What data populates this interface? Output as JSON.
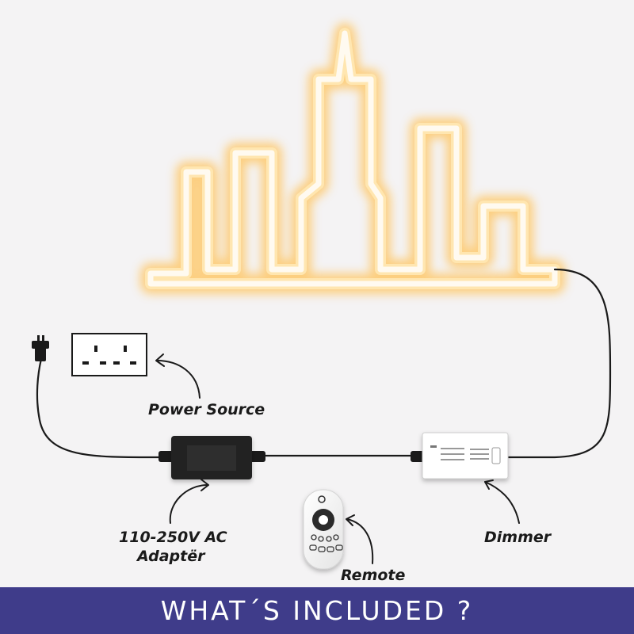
{
  "labels": {
    "power_source": "Power Source",
    "adapter_line1": "110-250V AC",
    "adapter_line2": "Adaptër",
    "remote": "Remote",
    "dimmer": "Dimmer"
  },
  "footer": {
    "title": "WHAT´S INCLUDED ?"
  },
  "colors": {
    "neon_glow": "#ffd27a",
    "neon_core": "#fffaf0",
    "footer_bg": "#3f3c8a",
    "cable": "#1a1a1a"
  },
  "icons": [
    "neon-skyline-sign",
    "wall-socket-icon",
    "plug-icon",
    "adapter-box",
    "dimmer-box",
    "remote-control"
  ]
}
